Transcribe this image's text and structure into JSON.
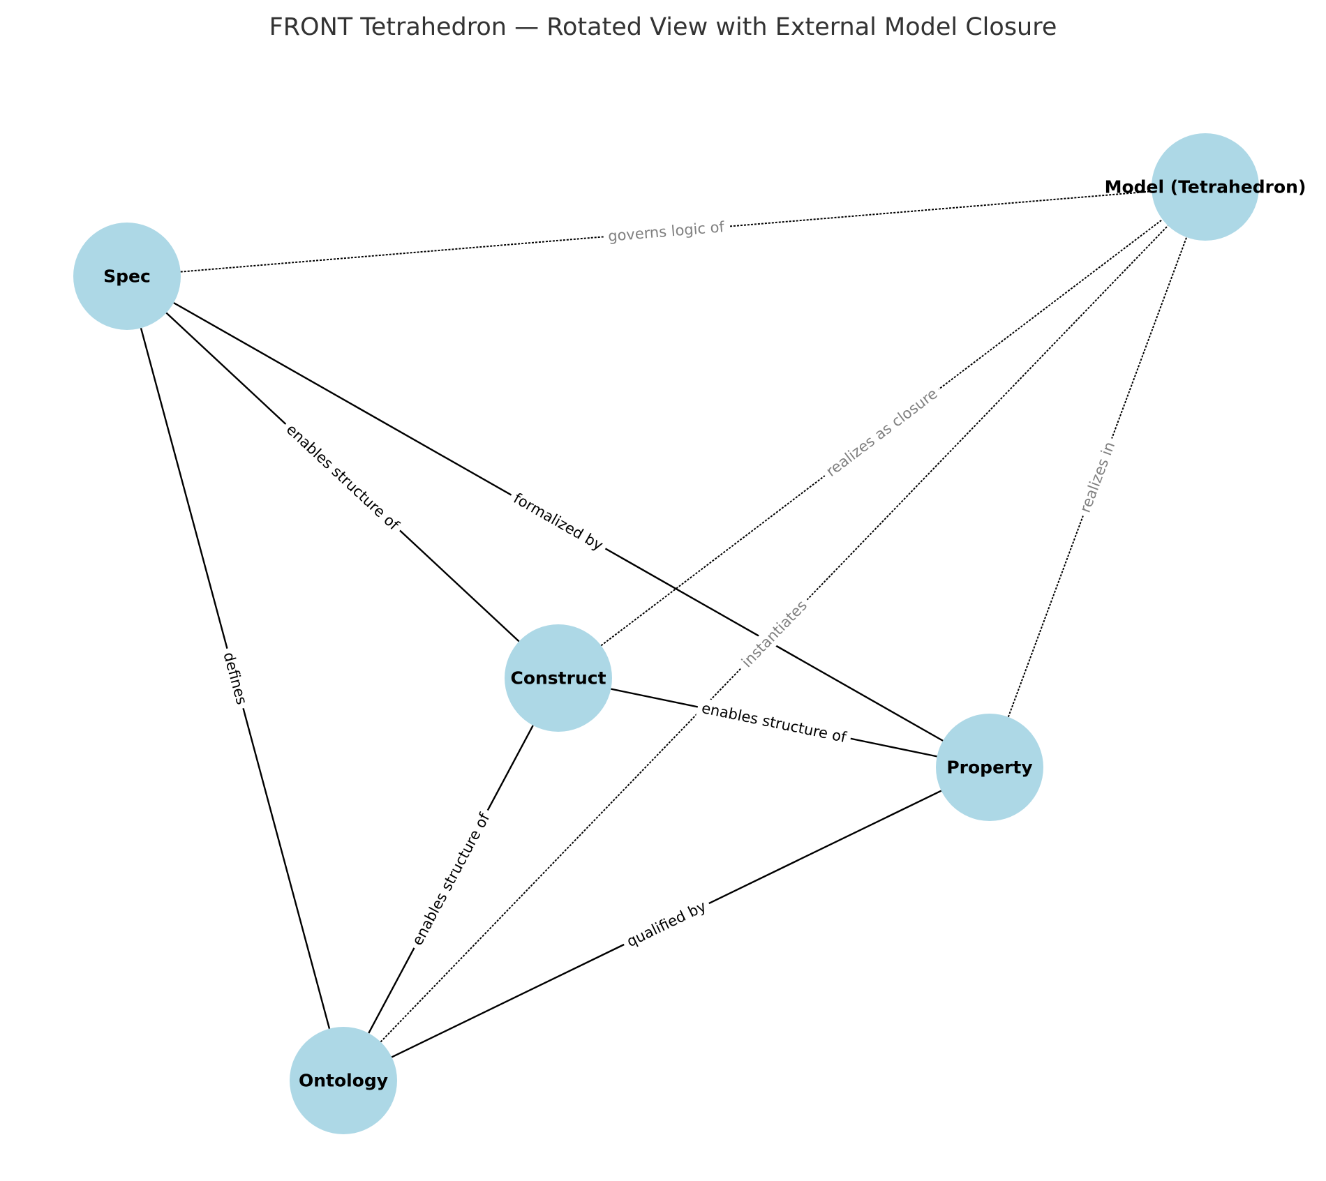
{
  "title": "FRONT Tetrahedron — Rotated View with External Model Closure",
  "colors": {
    "node_fill": "#add8e6",
    "solid_edge": "#000000",
    "dashed_edge": "#000000",
    "solid_label": "#000000",
    "dashed_label": "#808080"
  },
  "nodes": [
    {
      "id": "spec",
      "label": "Spec"
    },
    {
      "id": "construct",
      "label": "Construct"
    },
    {
      "id": "property",
      "label": "Property"
    },
    {
      "id": "ontology",
      "label": "Ontology"
    },
    {
      "id": "model",
      "label": "Model (Tetrahedron)"
    }
  ],
  "edges": [
    {
      "from": "spec",
      "to": "ontology",
      "label": "defines",
      "style": "solid"
    },
    {
      "from": "spec",
      "to": "construct",
      "label": "enables structure of",
      "style": "solid"
    },
    {
      "from": "spec",
      "to": "property",
      "label": "formalized by",
      "style": "solid"
    },
    {
      "from": "construct",
      "to": "property",
      "label": "enables structure of",
      "style": "solid"
    },
    {
      "from": "construct",
      "to": "ontology",
      "label": "enables structure of",
      "style": "solid"
    },
    {
      "from": "ontology",
      "to": "property",
      "label": "qualified by",
      "style": "solid"
    },
    {
      "from": "spec",
      "to": "model",
      "label": "governs logic of",
      "style": "dashed"
    },
    {
      "from": "construct",
      "to": "model",
      "label": "realizes as closure",
      "style": "dashed"
    },
    {
      "from": "ontology",
      "to": "model",
      "label": "instantiates",
      "style": "dashed"
    },
    {
      "from": "property",
      "to": "model",
      "label": "realizes in",
      "style": "dashed"
    }
  ]
}
